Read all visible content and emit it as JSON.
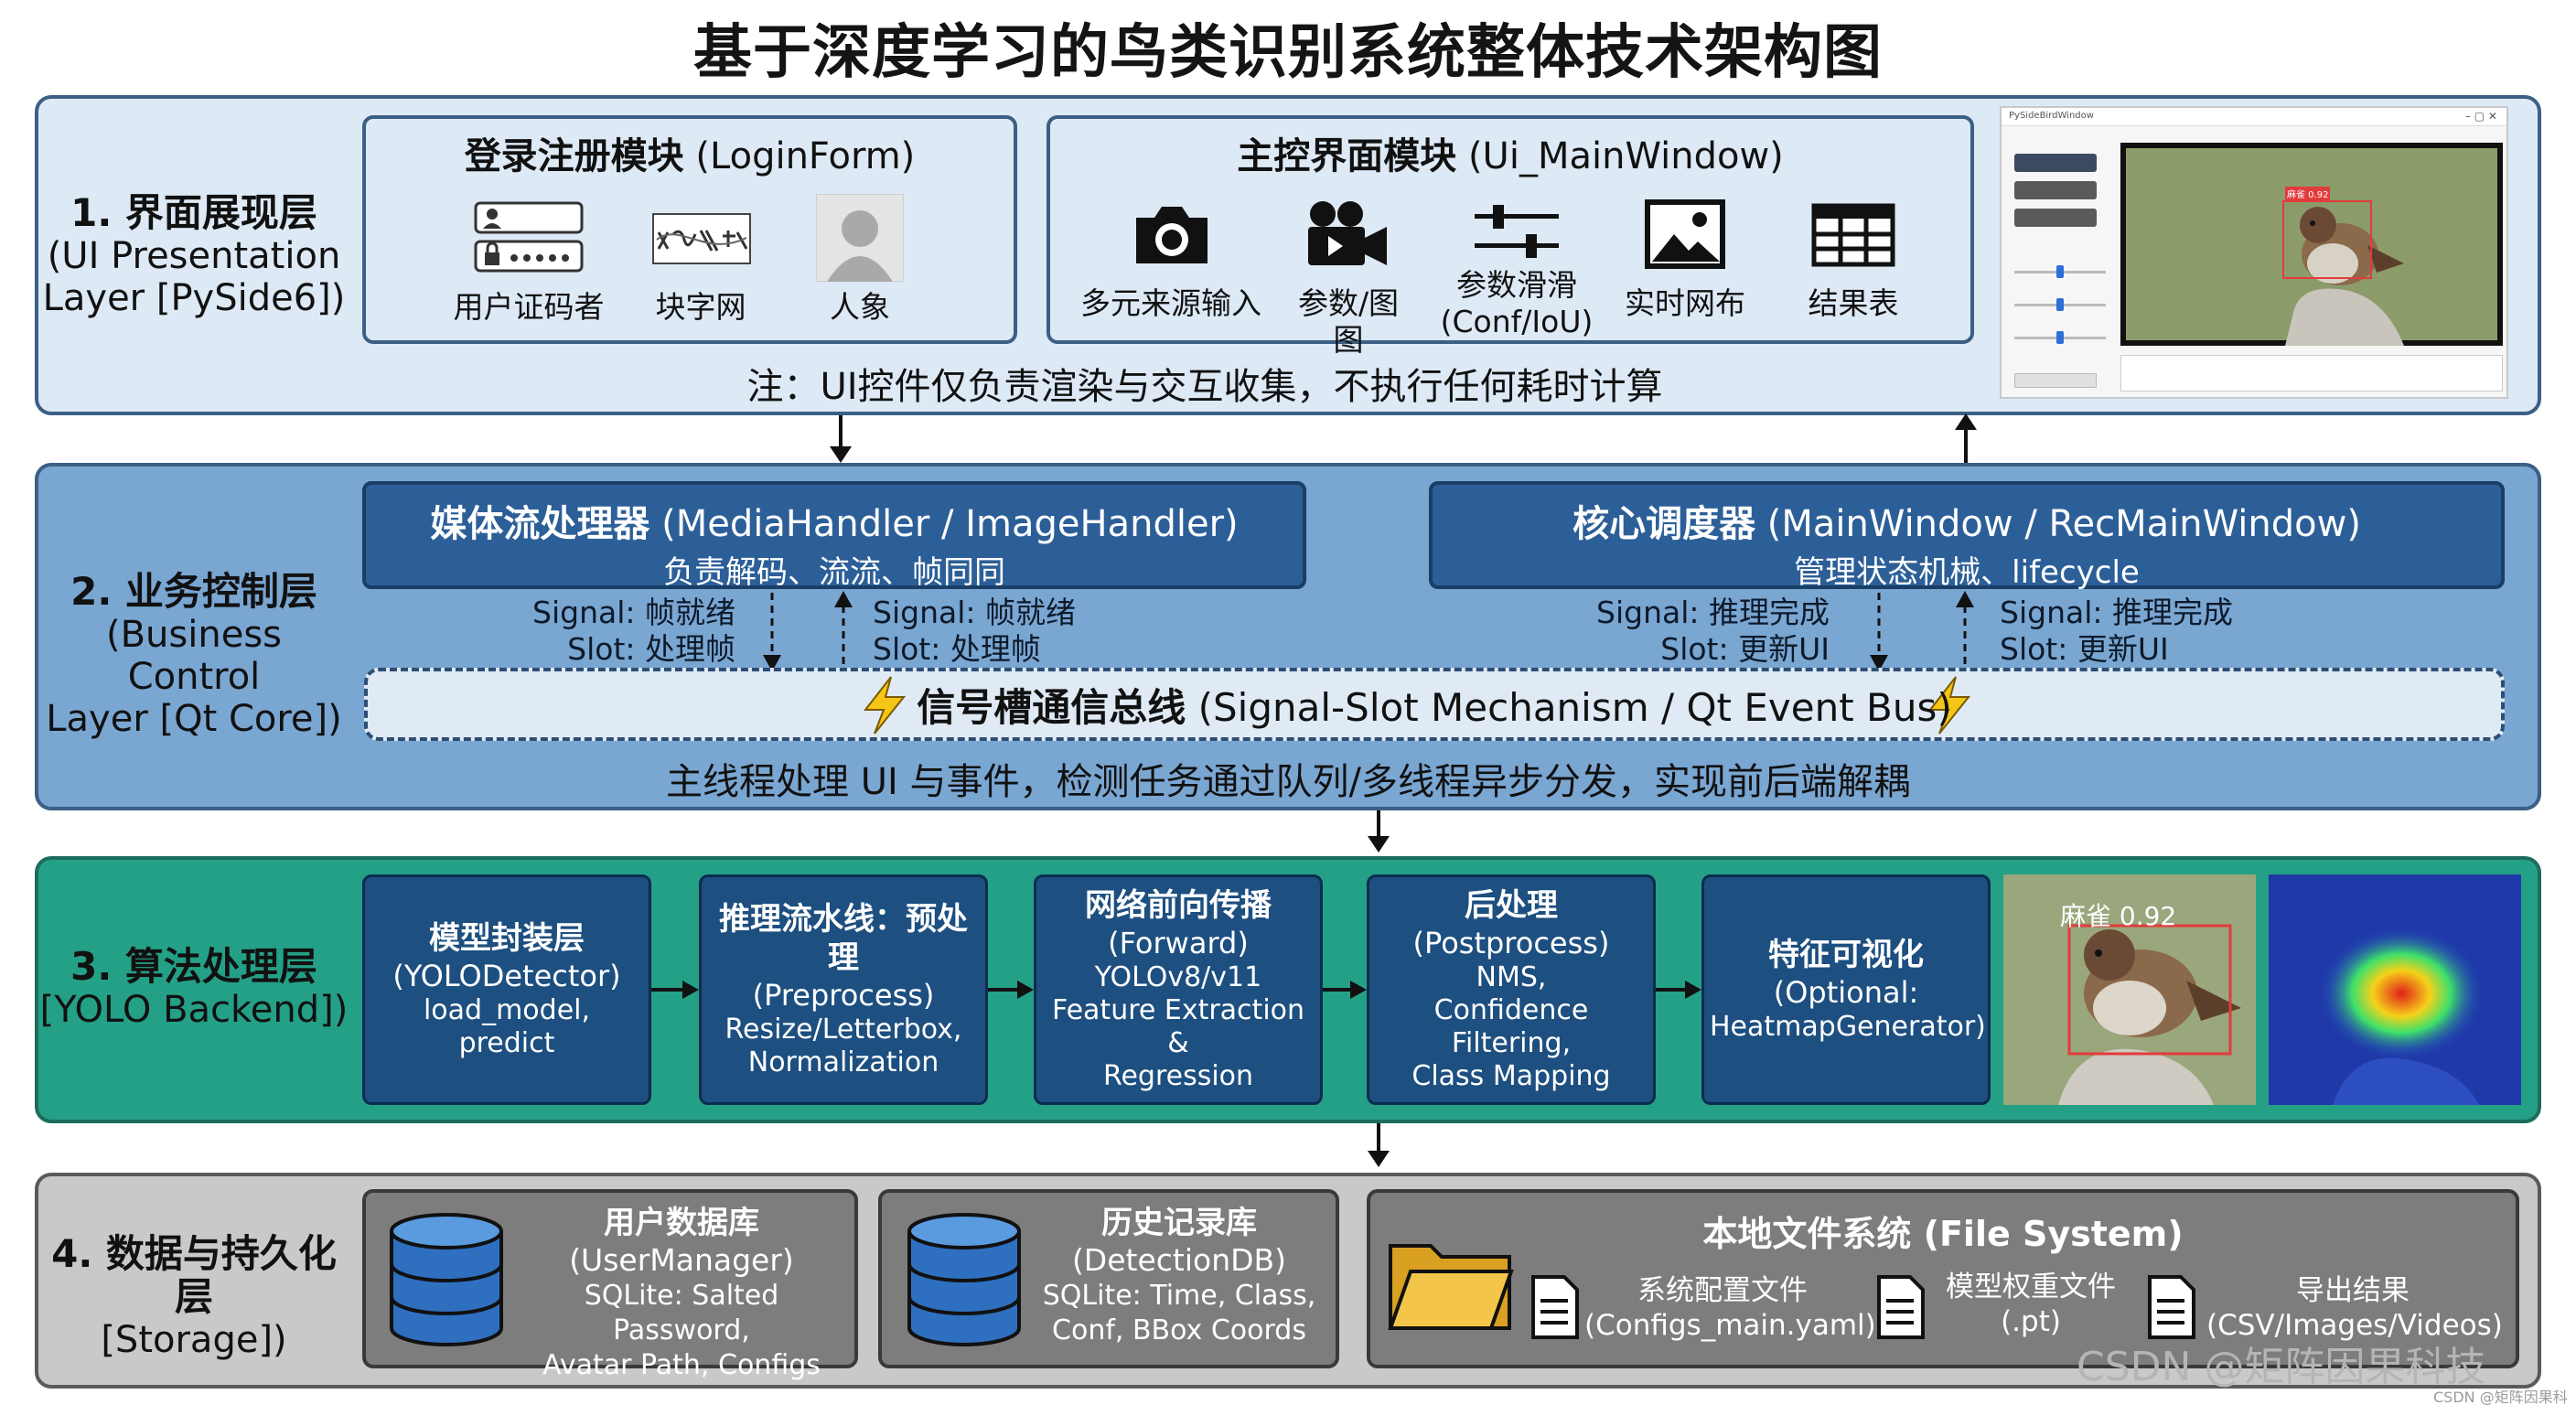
{
  "title": "基于深度学习的鸟类识别系统整体技术架构图",
  "layer1": {
    "name_cn": "1. 界面展现层",
    "name_en1": "(UI Presentation",
    "name_en2": "Layer [PySide6])",
    "login": {
      "title_cn": "登录注册模块",
      "title_en": "(LoginForm)",
      "items": [
        "用户证码者",
        "块字网",
        "人象"
      ]
    },
    "main": {
      "title_cn": "主控界面模块",
      "title_en": "(Ui_MainWindow)",
      "items": [
        "多元来源输入",
        "参数/图图",
        "参数滑滑",
        "(Conf/IoU)",
        "实时网布",
        "结果表"
      ]
    },
    "note": "注：UI控件仅负责渲染与交互收集，不执行任何耗时计算",
    "screenshot": {
      "window_title": "PySideBirdWindow",
      "label_conf": "麻雀 0.92"
    }
  },
  "layer2": {
    "name_cn": "2. 业务控制层",
    "name_en1": "(Business Control",
    "name_en2": "Layer [Qt Core])",
    "media": {
      "title_cn": "媒体流处理器",
      "title_en": "(MediaHandler / ImageHandler)",
      "desc": "负责解码、流流、帧同同"
    },
    "core": {
      "title_cn": "核心调度器",
      "title_en": "(MainWindow / RecMainWindow)",
      "desc": "管理状态机械、lifecycle"
    },
    "signals": {
      "left1": "Signal: 帧就绪",
      "left2": "Slot: 处理帧",
      "mid1": "Signal: 帧就绪",
      "mid2": "Slot: 处理帧",
      "right1": "Signal: 推理完成",
      "right2": "Slot: 更新UI",
      "far1": "Signal: 推理完成",
      "far2": "Slot: 更新UI"
    },
    "bus_cn": "信号槽通信总线",
    "bus_en": "(Signal-Slot Mechanism / Qt Event Bus)",
    "note": "主线程处理 UI 与事件，检测任务通过队列/多线程异步分发，实现前后端解耦"
  },
  "layer3": {
    "name_cn": "3. 算法处理层",
    "name_en": "[YOLO Backend])",
    "boxes": [
      {
        "l1": "模型封装层",
        "l2": "(YOLODetector)",
        "l3": "load_model,",
        "l4": "predict"
      },
      {
        "l1": "推理流水线：预处理",
        "l2": "(Preprocess)",
        "l3": "Resize/Letterbox,",
        "l4": "Normalization"
      },
      {
        "l1": "网络前向传播",
        "l2": "(Forward)",
        "l3": "YOLOv8/v11",
        "l4": "Feature Extraction &",
        "l5": "Regression"
      },
      {
        "l1": "后处理",
        "l2": "(Postprocess)",
        "l3": "NMS,",
        "l4": "Confidence Filtering,",
        "l5": "Class Mapping"
      },
      {
        "l1": "特征可视化",
        "l2": "(Optional:",
        "l3": "HeatmapGenerator)"
      }
    ],
    "det_label": "麻雀 0.92"
  },
  "layer4": {
    "name_cn": "4. 数据与持久化层",
    "name_en": "[Storage])",
    "user_db": {
      "l1": "用户数据库",
      "l2": "(UserManager)",
      "l3": "SQLite: Salted Password,",
      "l4": "Avatar Path, Configs"
    },
    "hist_db": {
      "l1": "历史记录库",
      "l2": "(DetectionDB)",
      "l3": "SQLite: Time, Class,",
      "l4": "Conf, BBox Coords"
    },
    "fs": {
      "title": "本地文件系统 (File System)",
      "f1a": "系统配置文件",
      "f1b": "(Configs_main.yaml)",
      "f2a": "模型权重文件",
      "f2b": "(.pt)",
      "f3a": "导出结果",
      "f3b": "(CSV/Images/Videos)"
    }
  },
  "watermark": "CSDN @矩阵因果科技",
  "watermark_small": "CSDN @矩阵因果科技"
}
